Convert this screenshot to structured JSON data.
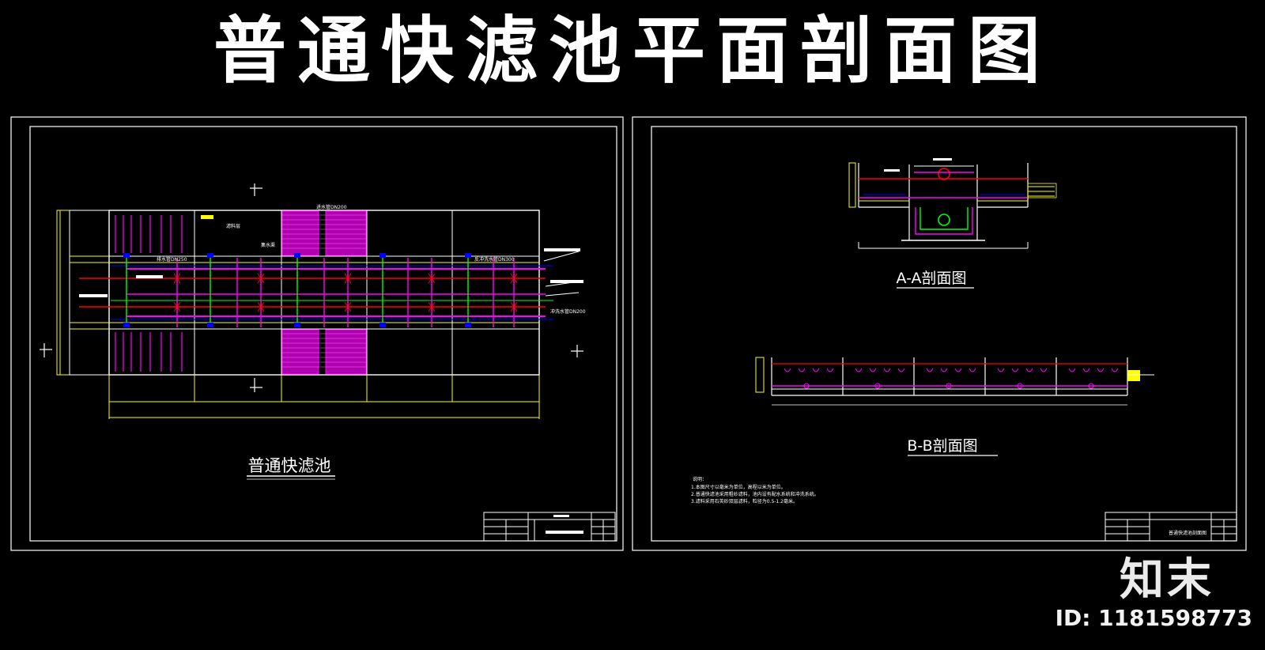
{
  "title": "普通快滤池平面剖面图",
  "left_sheet": {
    "plan_label": "普通快滤池",
    "pipe_labels": [
      "排水管DN250",
      "进水管DN200",
      "反冲洗水管DN300",
      "冲洗水管DN200"
    ],
    "zone_labels": [
      "滤料层",
      "集水渠"
    ]
  },
  "right_sheet": {
    "section_a_label": "A-A剖面图",
    "section_b_label": "B-B剖面图",
    "notes_heading": "说明：",
    "notes": [
      "1.本图尺寸以毫米为单位，高程以米为单位。",
      "2.普通快滤池采用粗砂滤料，池内设有配水系统和冲洗系统。",
      "3.滤料采用石英砂双层滤料，粒径为0.5-1.2毫米。"
    ],
    "title_block_text": "普通快滤池剖面图"
  },
  "watermark": {
    "logo": "知末",
    "id_text": "ID: 1181598773"
  },
  "colors": {
    "frame": "#ffffff",
    "yellow": "#ffff00",
    "magenta": "#ff00ff",
    "red": "#ff0000",
    "green": "#00ff00",
    "blue": "#0000ff"
  }
}
